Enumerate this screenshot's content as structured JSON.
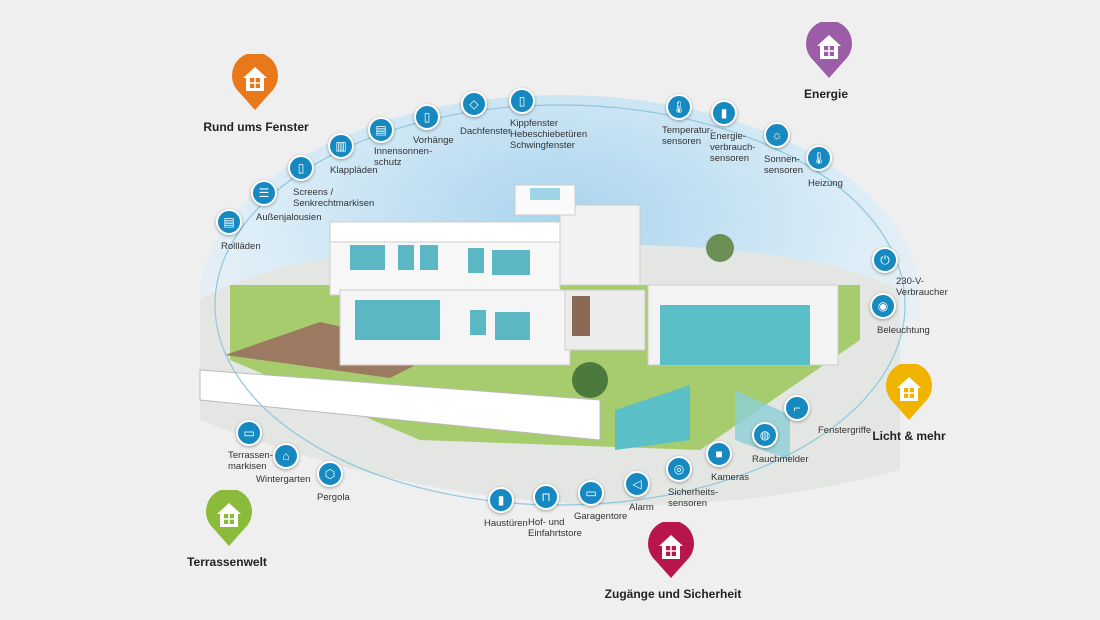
{
  "categories": [
    {
      "label": "Rund ums Fenster",
      "color": "#e8781a"
    },
    {
      "label": "Energie",
      "color": "#9b5ea6"
    },
    {
      "label": "Licht & mehr",
      "color": "#f0b400"
    },
    {
      "label": "Terrassenwelt",
      "color": "#8cba3a"
    },
    {
      "label": "Zugänge und Sicherheit",
      "color": "#b8154a"
    }
  ],
  "items": [
    {
      "label": "Rollläden",
      "icon": "roller-shutter-icon"
    },
    {
      "label": "Außenjalousien",
      "icon": "blinds-icon"
    },
    {
      "label": "Screens /\nSenkrechtmarkisen",
      "icon": "screen-icon"
    },
    {
      "label": "Klappläden",
      "icon": "shutters-icon"
    },
    {
      "label": "Innensonnen-\nschutz",
      "icon": "inner-shade-icon"
    },
    {
      "label": "Vorhänge",
      "icon": "curtain-icon"
    },
    {
      "label": "Dachfenster",
      "icon": "roof-window-icon"
    },
    {
      "label": "Kippfenster\nHebeschiebetüren\nSchwingfenster",
      "icon": "window-icon"
    },
    {
      "label": "Temperatur-\nsensoren",
      "icon": "thermometer-icon"
    },
    {
      "label": "Energie-\nverbrauch-\nsensoren",
      "icon": "energy-bars-icon"
    },
    {
      "label": "Sonnen-\nsensoren",
      "icon": "sun-icon"
    },
    {
      "label": "Heizung",
      "icon": "heating-icon"
    },
    {
      "label": "230-V-\nVerbraucher",
      "icon": "plug-icon"
    },
    {
      "label": "Beleuchtung",
      "icon": "bulb-icon"
    },
    {
      "label": "Fenstergriffe",
      "icon": "window-handle-icon"
    },
    {
      "label": "Rauchmelder",
      "icon": "smoke-detector-icon"
    },
    {
      "label": "Kameras",
      "icon": "camera-icon"
    },
    {
      "label": "Sicherheits-\nsensoren",
      "icon": "security-sensor-icon"
    },
    {
      "label": "Alarm",
      "icon": "speaker-icon"
    },
    {
      "label": "Garagentore",
      "icon": "garage-door-icon"
    },
    {
      "label": "Hof- und\nEinfahrtstore",
      "icon": "gate-icon"
    },
    {
      "label": "Haustüren",
      "icon": "door-icon"
    },
    {
      "label": "Pergola",
      "icon": "pergola-icon"
    },
    {
      "label": "Wintergarten",
      "icon": "conservatory-icon"
    },
    {
      "label": "Terrassen-\nmarkisen",
      "icon": "awning-icon"
    }
  ],
  "colors": {
    "icon": "#1689c0",
    "ring": "#8fc7dd"
  }
}
